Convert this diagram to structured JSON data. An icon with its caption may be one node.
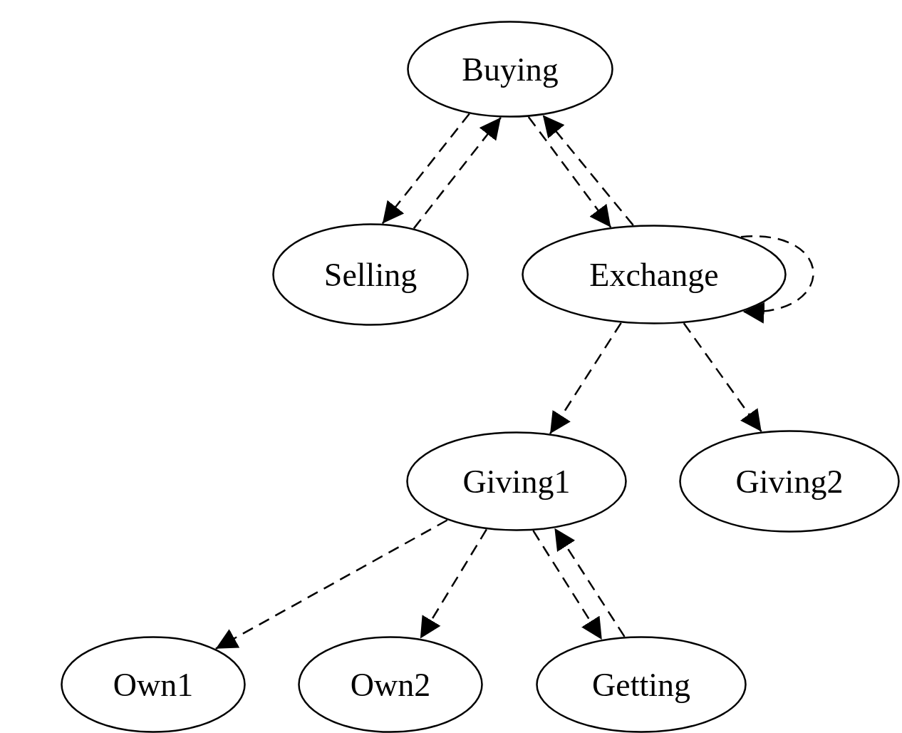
{
  "diagram": {
    "nodes": [
      {
        "text": [
          "Buying"
        ]
      },
      {
        "text": [
          "Selling"
        ]
      },
      {
        "text": [
          "Exchange"
        ]
      },
      {
        "text": [
          "Giving1"
        ]
      },
      {
        "text": [
          "Giving2"
        ]
      },
      {
        "text": [
          "Own1"
        ]
      },
      {
        "text": [
          "Own2"
        ]
      },
      {
        "text": [
          "Getting"
        ]
      }
    ],
    "edges": [
      {
        "from": 0,
        "to": 1,
        "arrow": "to",
        "style": "dashed"
      },
      {
        "from": 1,
        "to": 0,
        "arrow": "to",
        "style": "dashed"
      },
      {
        "from": 0,
        "to": 2,
        "arrow": "to",
        "style": "dashed"
      },
      {
        "from": 2,
        "to": 0,
        "arrow": "to",
        "style": "dashed"
      },
      {
        "from": 2,
        "to": 2,
        "arrow": "to",
        "style": "dashed"
      },
      {
        "from": 2,
        "to": 3,
        "arrow": "to",
        "style": "dashed"
      },
      {
        "from": 2,
        "to": 4,
        "arrow": "to",
        "style": "dashed"
      },
      {
        "from": 3,
        "to": 5,
        "arrow": "to",
        "style": "dashed"
      },
      {
        "from": 3,
        "to": 6,
        "arrow": "to",
        "style": "dashed"
      },
      {
        "from": 3,
        "to": 7,
        "arrow": "to",
        "style": "dashed"
      },
      {
        "from": 7,
        "to": 3,
        "arrow": "to",
        "style": "dashed"
      }
    ]
  }
}
